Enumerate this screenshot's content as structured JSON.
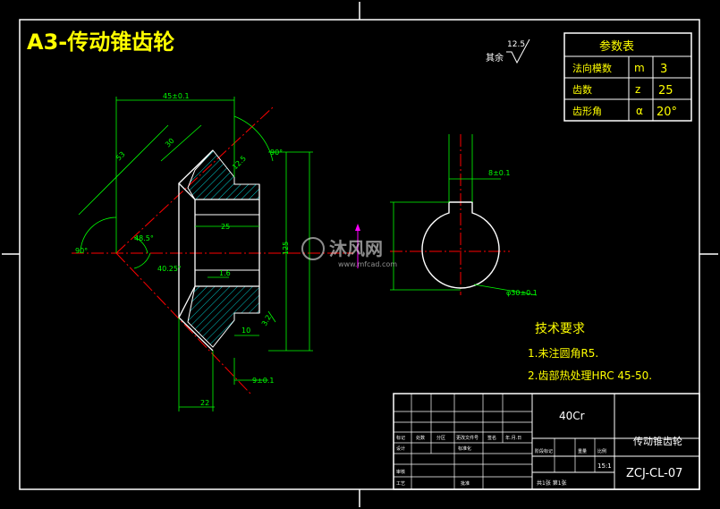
{
  "title": "A3-传动锥齿轮",
  "surface_finish": {
    "label": "其余",
    "value": "12.5"
  },
  "param_table": {
    "header": "参数表",
    "rows": [
      {
        "name": "法向模数",
        "symbol": "m",
        "value": "3"
      },
      {
        "name": "齿数",
        "symbol": "z",
        "value": "25"
      },
      {
        "name": "齿形角",
        "symbol": "α",
        "value": "20°"
      }
    ]
  },
  "dimensions": {
    "top_width": "45±0.1",
    "slant_long": "53",
    "slant_short": "30",
    "angle_90_top": "90°",
    "angle_90_left": "90°",
    "angle_48": "48.5°",
    "angle_40": "40.25°",
    "bore_width": "25",
    "roughness_16": "1.6",
    "roughness_32": "3.2",
    "roughness_125": "12.5",
    "hub_10": "10",
    "bottom_22": "22",
    "bottom_9": "9±0.1",
    "keyway_8": "8±0.1",
    "bore_dia": "φ30±0.1",
    "side_dim": "125"
  },
  "tech_req": {
    "heading": "技术要求",
    "items": [
      "1.未注圆角R5.",
      "2.齿部热处理HRC 45-50."
    ]
  },
  "title_block": {
    "material": "40Cr",
    "part_name": "传动锥齿轮",
    "drawing_no": "ZCJ-CL-07",
    "labels": [
      "标记",
      "处数",
      "分区",
      "更改文件号",
      "签名",
      "年.月.日",
      "设计",
      "标准化",
      "审核",
      "工艺",
      "批准",
      "阶段标记",
      "重量",
      "比例"
    ],
    "scale": "15:1",
    "sheet": "共1张 第1张"
  },
  "watermark": {
    "brand": "沐风网",
    "url": "www.mfcad.com"
  },
  "colors": {
    "frame": "#ffffff",
    "green": "#00ff00",
    "yellow": "#ffff00",
    "red": "#ff0000",
    "cyan": "#00ffff",
    "magenta": "#ff00ff"
  }
}
